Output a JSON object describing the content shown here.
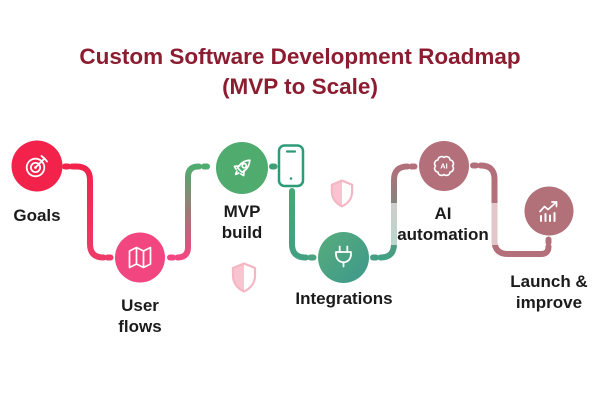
{
  "title": {
    "line1": "Custom Software Development Roadmap",
    "line2": "(MVP to Scale)"
  },
  "nodes": [
    {
      "id": "goals",
      "label": "Goals",
      "icon": "target-icon",
      "color": "#F2224B"
    },
    {
      "id": "user-flows",
      "label": "User flows",
      "icon": "map-icon",
      "color": "#F24680"
    },
    {
      "id": "mvp-build",
      "label": "MVP build",
      "icon": "rocket-icon",
      "color": "#4FAC6E"
    },
    {
      "id": "integrations",
      "label": "Integrations",
      "icon": "plug-icon",
      "color_top": "#57AB7C",
      "color_bottom": "#3D998B"
    },
    {
      "id": "ai-automation",
      "label": "AI automation",
      "icon": "ai-brain-icon",
      "icon_text": "AI",
      "color": "#B3707B"
    },
    {
      "id": "launch-improve",
      "label": "Launch & improve",
      "icon": "growth-chart-icon",
      "color": "#B27179"
    }
  ],
  "decorations": [
    {
      "icon": "smartphone-icon",
      "color": "#2E9B78"
    },
    {
      "icon": "shield-icon",
      "color": "#F5B6C4"
    },
    {
      "icon": "shield-icon",
      "color": "#F5B6C4"
    }
  ],
  "palette": {
    "title_text": "#8C1D30",
    "label_text": "#1B1B1B",
    "background": "#FFFFFF",
    "path_red": "#F2224B",
    "path_pink": "#F24680",
    "path_green": "#4FAC6E",
    "path_teal": "#42A083",
    "path_mauve": "#B3707B"
  }
}
